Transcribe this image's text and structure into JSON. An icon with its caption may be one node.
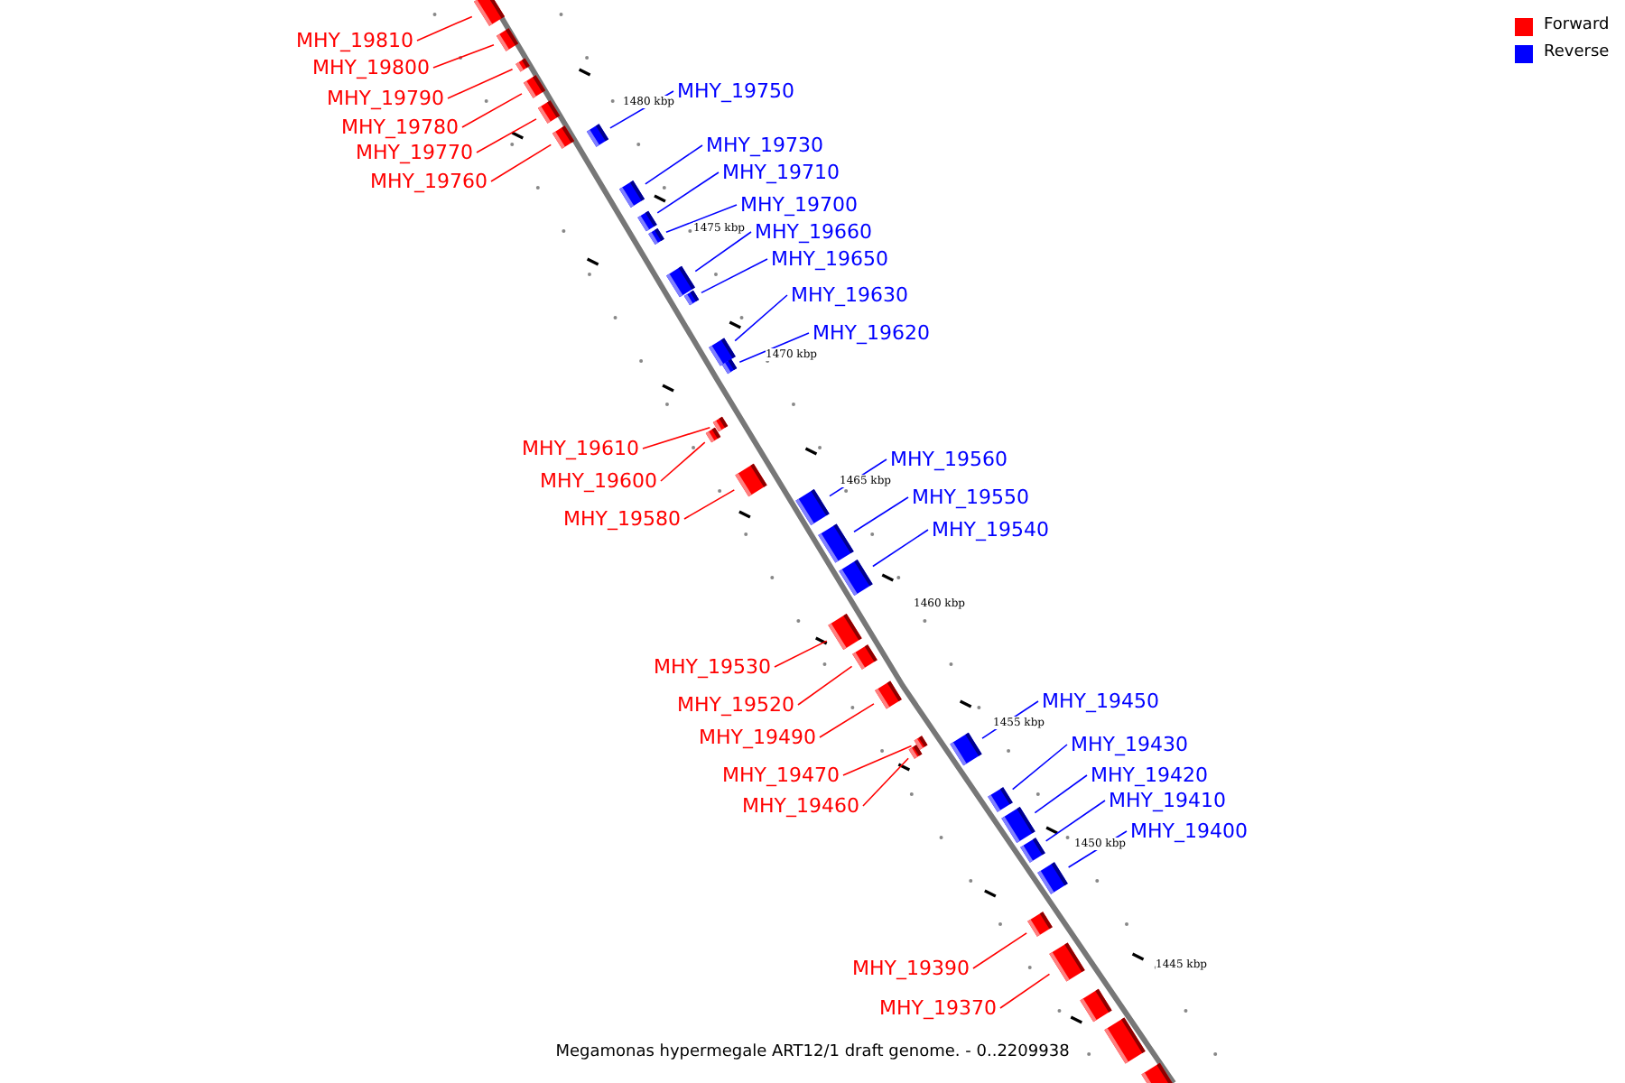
{
  "diagram": {
    "caption": "Megamonas hypermegale ART12/1 draft genome. - 0..2209938",
    "nodes": [
      {
        "text": [
          "MHY_19810"
        ]
      },
      {
        "text": [],
        "shape": "box"
      },
      {
        "text": [
          "MHY_19800"
        ]
      },
      {
        "text": [],
        "shape": "box"
      },
      {
        "text": [
          "MHY_19790"
        ]
      },
      {
        "text": [],
        "shape": "box"
      },
      {
        "text": [
          "MHY_19780"
        ]
      },
      {
        "text": [],
        "shape": "box"
      },
      {
        "text": [
          "MHY_19770"
        ]
      },
      {
        "text": [],
        "shape": "box"
      },
      {
        "text": [
          "MHY_19760"
        ]
      },
      {
        "text": [],
        "shape": "box"
      },
      {
        "text": [
          "MHY_19750"
        ]
      },
      {
        "text": [],
        "shape": "box"
      },
      {
        "text": [
          "MHY_19730"
        ]
      },
      {
        "text": [],
        "shape": "box"
      },
      {
        "text": [
          "MHY_19710"
        ]
      },
      {
        "text": [],
        "shape": "box"
      },
      {
        "text": [
          "MHY_19700"
        ]
      },
      {
        "text": [],
        "shape": "box"
      },
      {
        "text": [
          "MHY_19660"
        ]
      },
      {
        "text": [],
        "shape": "box"
      },
      {
        "text": [
          "MHY_19650"
        ]
      },
      {
        "text": [],
        "shape": "box"
      },
      {
        "text": [
          "MHY_19630"
        ]
      },
      {
        "text": [],
        "shape": "box"
      },
      {
        "text": [
          "MHY_19620"
        ]
      },
      {
        "text": [],
        "shape": "box"
      },
      {
        "text": [
          "MHY_19610"
        ]
      },
      {
        "text": [],
        "shape": "box"
      },
      {
        "text": [
          "MHY_19600"
        ]
      },
      {
        "text": [],
        "shape": "box"
      },
      {
        "text": [
          "MHY_19580"
        ]
      },
      {
        "text": [],
        "shape": "box"
      },
      {
        "text": [
          "MHY_19560"
        ]
      },
      {
        "text": [],
        "shape": "box"
      },
      {
        "text": [
          "MHY_19550"
        ]
      },
      {
        "text": [],
        "shape": "box"
      },
      {
        "text": [
          "MHY_19540"
        ]
      },
      {
        "text": [],
        "shape": "box"
      },
      {
        "text": [
          "MHY_19530"
        ]
      },
      {
        "text": [],
        "shape": "box"
      },
      {
        "text": [
          "MHY_19520"
        ]
      },
      {
        "text": [],
        "shape": "box"
      },
      {
        "text": [
          "MHY_19490"
        ]
      },
      {
        "text": [],
        "shape": "box"
      },
      {
        "text": [
          "MHY_19470"
        ]
      },
      {
        "text": [],
        "shape": "box"
      },
      {
        "text": [
          "MHY_19460"
        ]
      },
      {
        "text": [],
        "shape": "box"
      },
      {
        "text": [
          "MHY_19450"
        ]
      },
      {
        "text": [],
        "shape": "box"
      },
      {
        "text": [
          "MHY_19430"
        ]
      },
      {
        "text": [],
        "shape": "box"
      },
      {
        "text": [
          "MHY_19420"
        ]
      },
      {
        "text": [],
        "shape": "box"
      },
      {
        "text": [
          "MHY_19410"
        ]
      },
      {
        "text": [],
        "shape": "box"
      },
      {
        "text": [
          "MHY_19400"
        ]
      },
      {
        "text": [],
        "shape": "box"
      },
      {
        "text": [
          "MHY_19390"
        ]
      },
      {
        "text": [],
        "shape": "box"
      },
      {
        "text": [
          "MHY_19370"
        ]
      },
      {
        "text": [],
        "shape": "box"
      },
      {
        "text": [],
        "shape": "box"
      },
      {
        "text": [],
        "shape": "box"
      },
      {
        "text": [],
        "shape": "box"
      }
    ],
    "edges": [
      {
        "from": 0,
        "to": 1,
        "arrow": "none",
        "color": "#ff0000"
      },
      {
        "from": 2,
        "to": 3,
        "arrow": "none",
        "color": "#ff0000"
      },
      {
        "from": 4,
        "to": 5,
        "arrow": "none",
        "color": "#ff0000"
      },
      {
        "from": 6,
        "to": 7,
        "arrow": "none",
        "color": "#ff0000"
      },
      {
        "from": 8,
        "to": 9,
        "arrow": "none",
        "color": "#ff0000"
      },
      {
        "from": 10,
        "to": 11,
        "arrow": "none",
        "color": "#ff0000"
      },
      {
        "from": 12,
        "to": 13,
        "arrow": "none",
        "color": "#0000ff"
      },
      {
        "from": 14,
        "to": 15,
        "arrow": "none",
        "color": "#0000ff"
      },
      {
        "from": 16,
        "to": 17,
        "arrow": "none",
        "color": "#0000ff"
      },
      {
        "from": 18,
        "to": 19,
        "arrow": "none",
        "color": "#0000ff"
      },
      {
        "from": 20,
        "to": 21,
        "arrow": "none",
        "color": "#0000ff"
      },
      {
        "from": 22,
        "to": 23,
        "arrow": "none",
        "color": "#0000ff"
      },
      {
        "from": 24,
        "to": 25,
        "arrow": "none",
        "color": "#0000ff"
      },
      {
        "from": 26,
        "to": 27,
        "arrow": "none",
        "color": "#0000ff"
      },
      {
        "from": 28,
        "to": 29,
        "arrow": "none",
        "color": "#ff0000"
      },
      {
        "from": 30,
        "to": 31,
        "arrow": "none",
        "color": "#ff0000"
      },
      {
        "from": 32,
        "to": 33,
        "arrow": "none",
        "color": "#ff0000"
      },
      {
        "from": 34,
        "to": 35,
        "arrow": "none",
        "color": "#0000ff"
      },
      {
        "from": 36,
        "to": 37,
        "arrow": "none",
        "color": "#0000ff"
      },
      {
        "from": 38,
        "to": 39,
        "arrow": "none",
        "color": "#0000ff"
      },
      {
        "from": 40,
        "to": 41,
        "arrow": "none",
        "color": "#ff0000"
      },
      {
        "from": 42,
        "to": 43,
        "arrow": "none",
        "color": "#ff0000"
      },
      {
        "from": 44,
        "to": 45,
        "arrow": "none",
        "color": "#ff0000"
      },
      {
        "from": 46,
        "to": 47,
        "arrow": "none",
        "color": "#ff0000"
      },
      {
        "from": 48,
        "to": 49,
        "arrow": "none",
        "color": "#ff0000"
      },
      {
        "from": 50,
        "to": 51,
        "arrow": "none",
        "color": "#0000ff"
      },
      {
        "from": 52,
        "to": 53,
        "arrow": "none",
        "color": "#0000ff"
      },
      {
        "from": 54,
        "to": 55,
        "arrow": "none",
        "color": "#0000ff"
      },
      {
        "from": 56,
        "to": 57,
        "arrow": "none",
        "color": "#0000ff"
      },
      {
        "from": 58,
        "to": 59,
        "arrow": "none",
        "color": "#0000ff"
      },
      {
        "from": 60,
        "to": 61,
        "arrow": "none",
        "color": "#ff0000"
      },
      {
        "from": 62,
        "to": 63,
        "arrow": "none",
        "color": "#ff0000"
      }
    ],
    "labels": [
      "1480 kbp",
      "1475 kbp",
      "1470 kbp",
      "1465 kbp",
      "1460 kbp",
      "1455 kbp",
      "1450 kbp",
      "1445 kbp"
    ],
    "legend": [
      {
        "text": "Forward",
        "color": "#ff0000"
      },
      {
        "text": "Reverse",
        "color": "#0000ff"
      }
    ]
  }
}
